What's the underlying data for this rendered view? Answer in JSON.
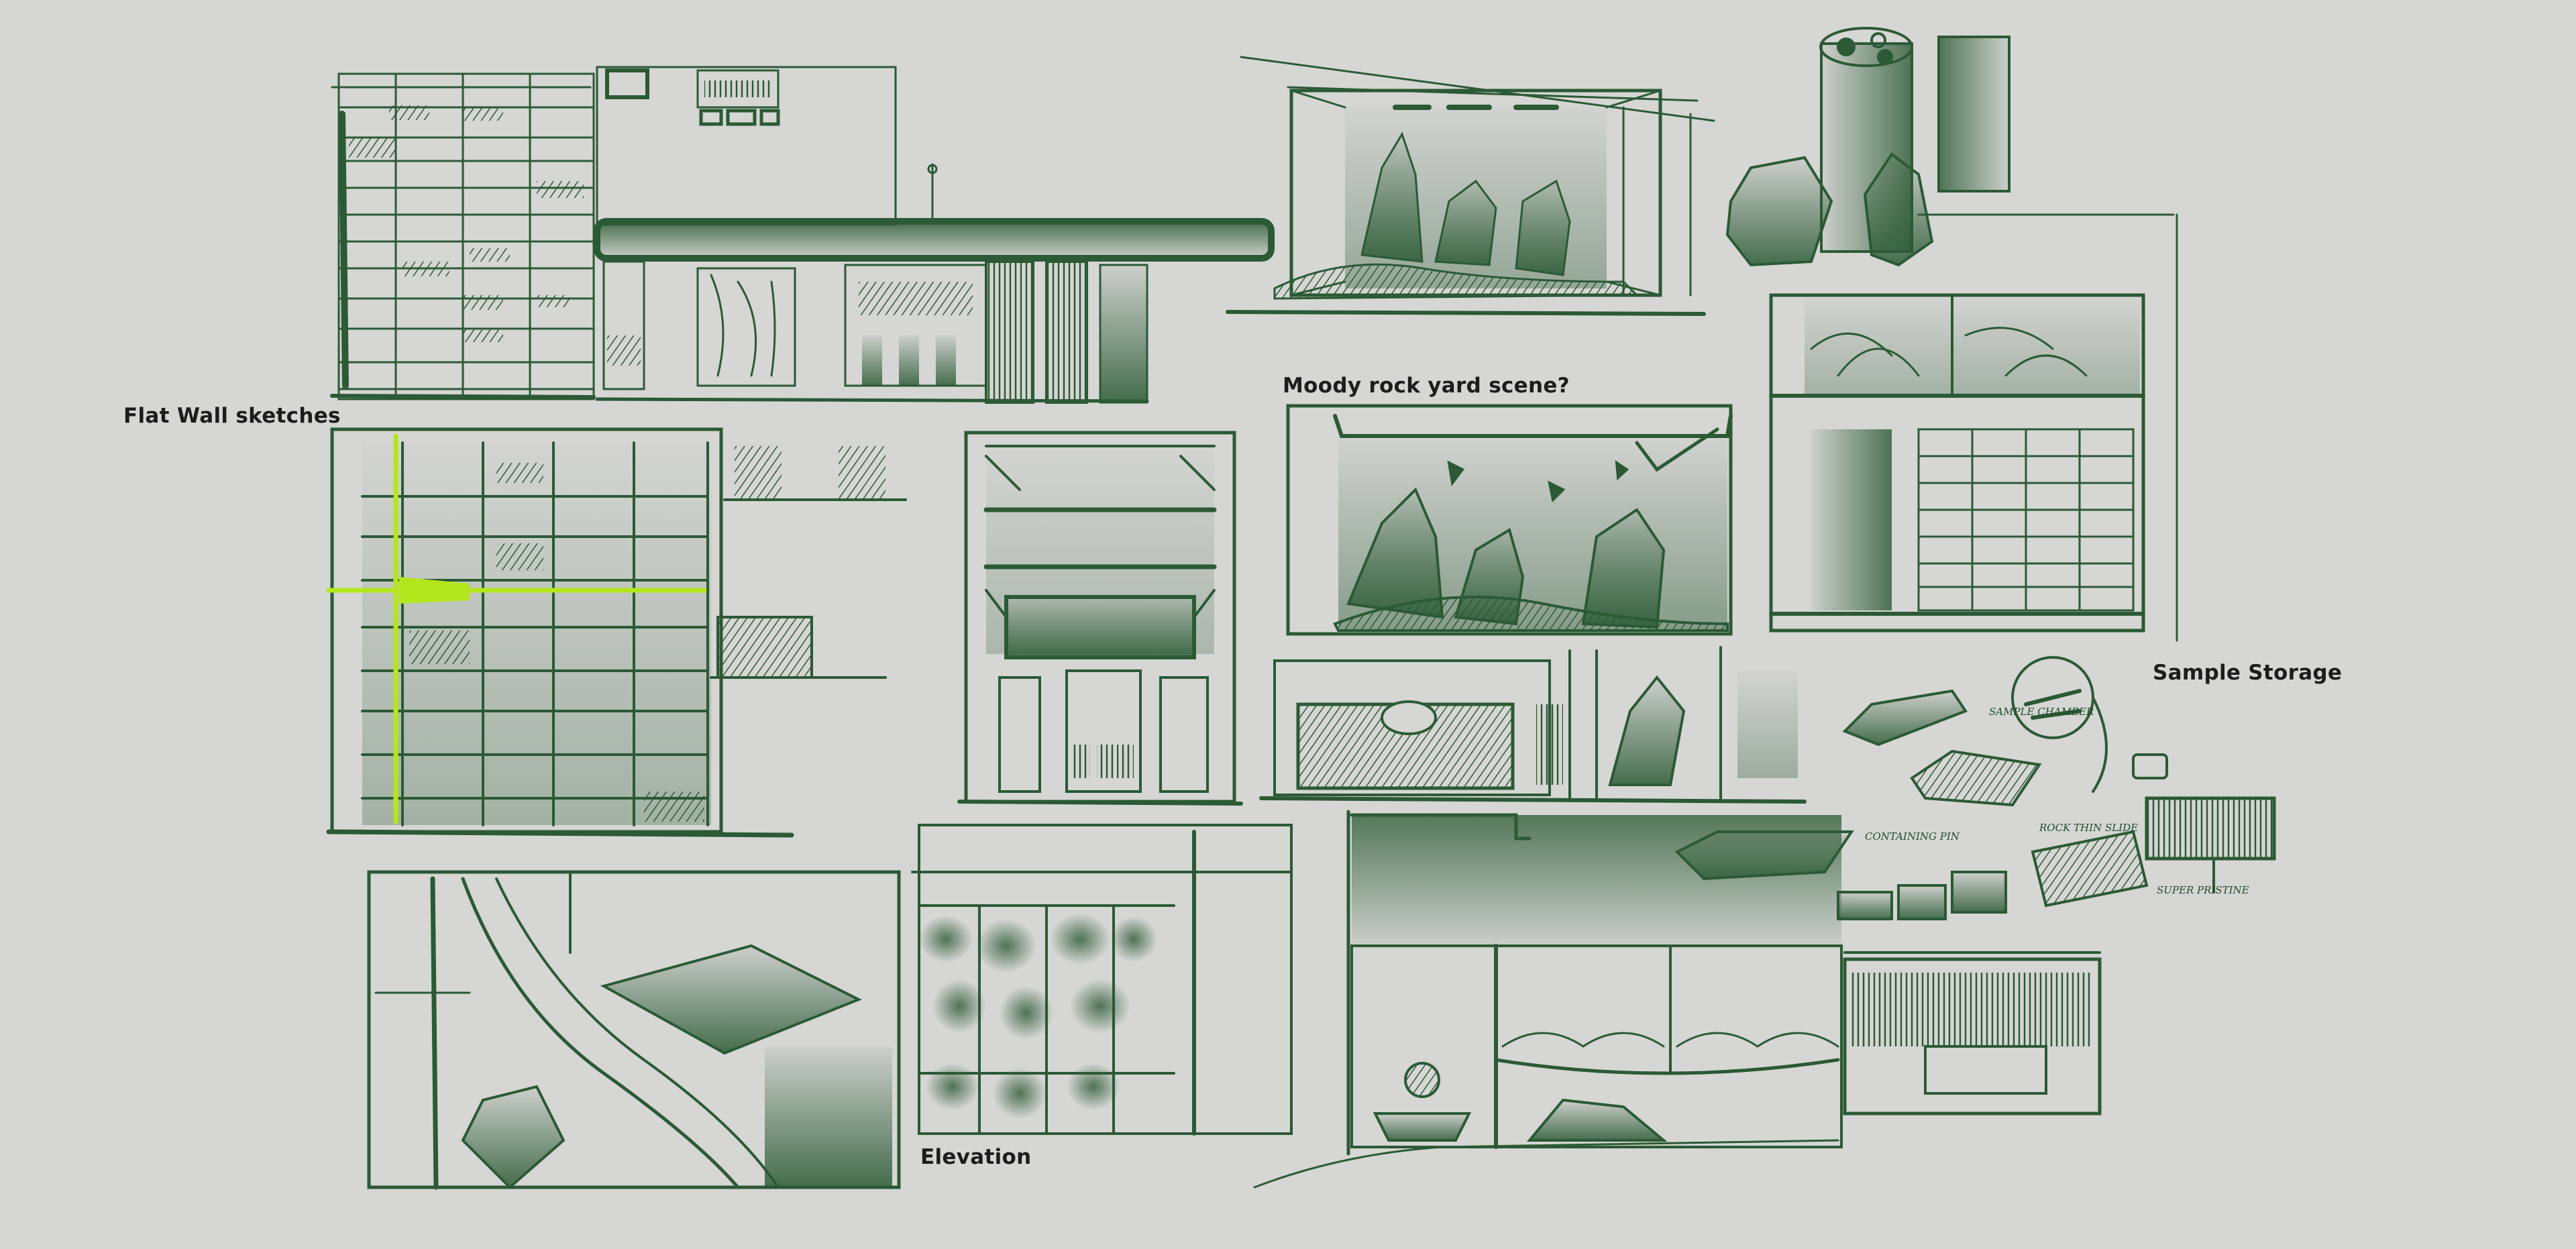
{
  "labels": {
    "flat_wall": "Flat Wall sketches",
    "moody_rock": "Moody rock yard scene?",
    "sample_storage": "Sample Storage",
    "elevation": "Elevation"
  },
  "annotations": {
    "sample_chamber": "SAMPLE CHAMBER",
    "containing_pin": "CONTAINING PIN",
    "rock_thin_slide": "ROCK THIN SLIDE",
    "super_pristine": "SUPER PRISTINE"
  },
  "colors": {
    "background": "#d6d6d4",
    "ink": "#2b5a35",
    "ink_dark": "#1e4726",
    "highlight": "#b4e61e",
    "label_text": "#1d1d1d"
  }
}
